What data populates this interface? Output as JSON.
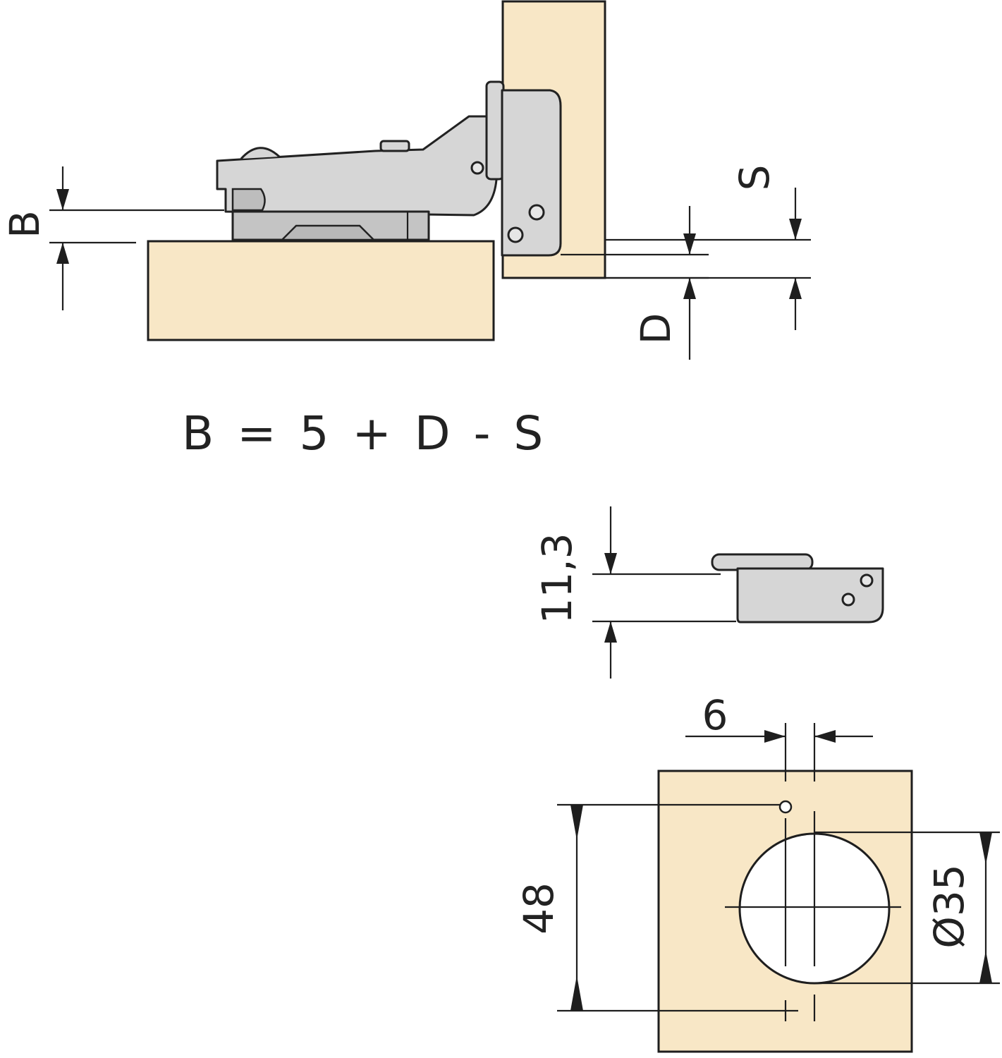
{
  "labels": {
    "b": "B",
    "s": "S",
    "d": "D",
    "formula": "B = 5 + D - S",
    "plate_height": "11,3",
    "distance": "6",
    "height": "48",
    "diameter": "Ø35"
  },
  "colors": {
    "wood": "#f8e7c6",
    "metal": "#d6d6d6",
    "line": "#1e1e1e"
  }
}
